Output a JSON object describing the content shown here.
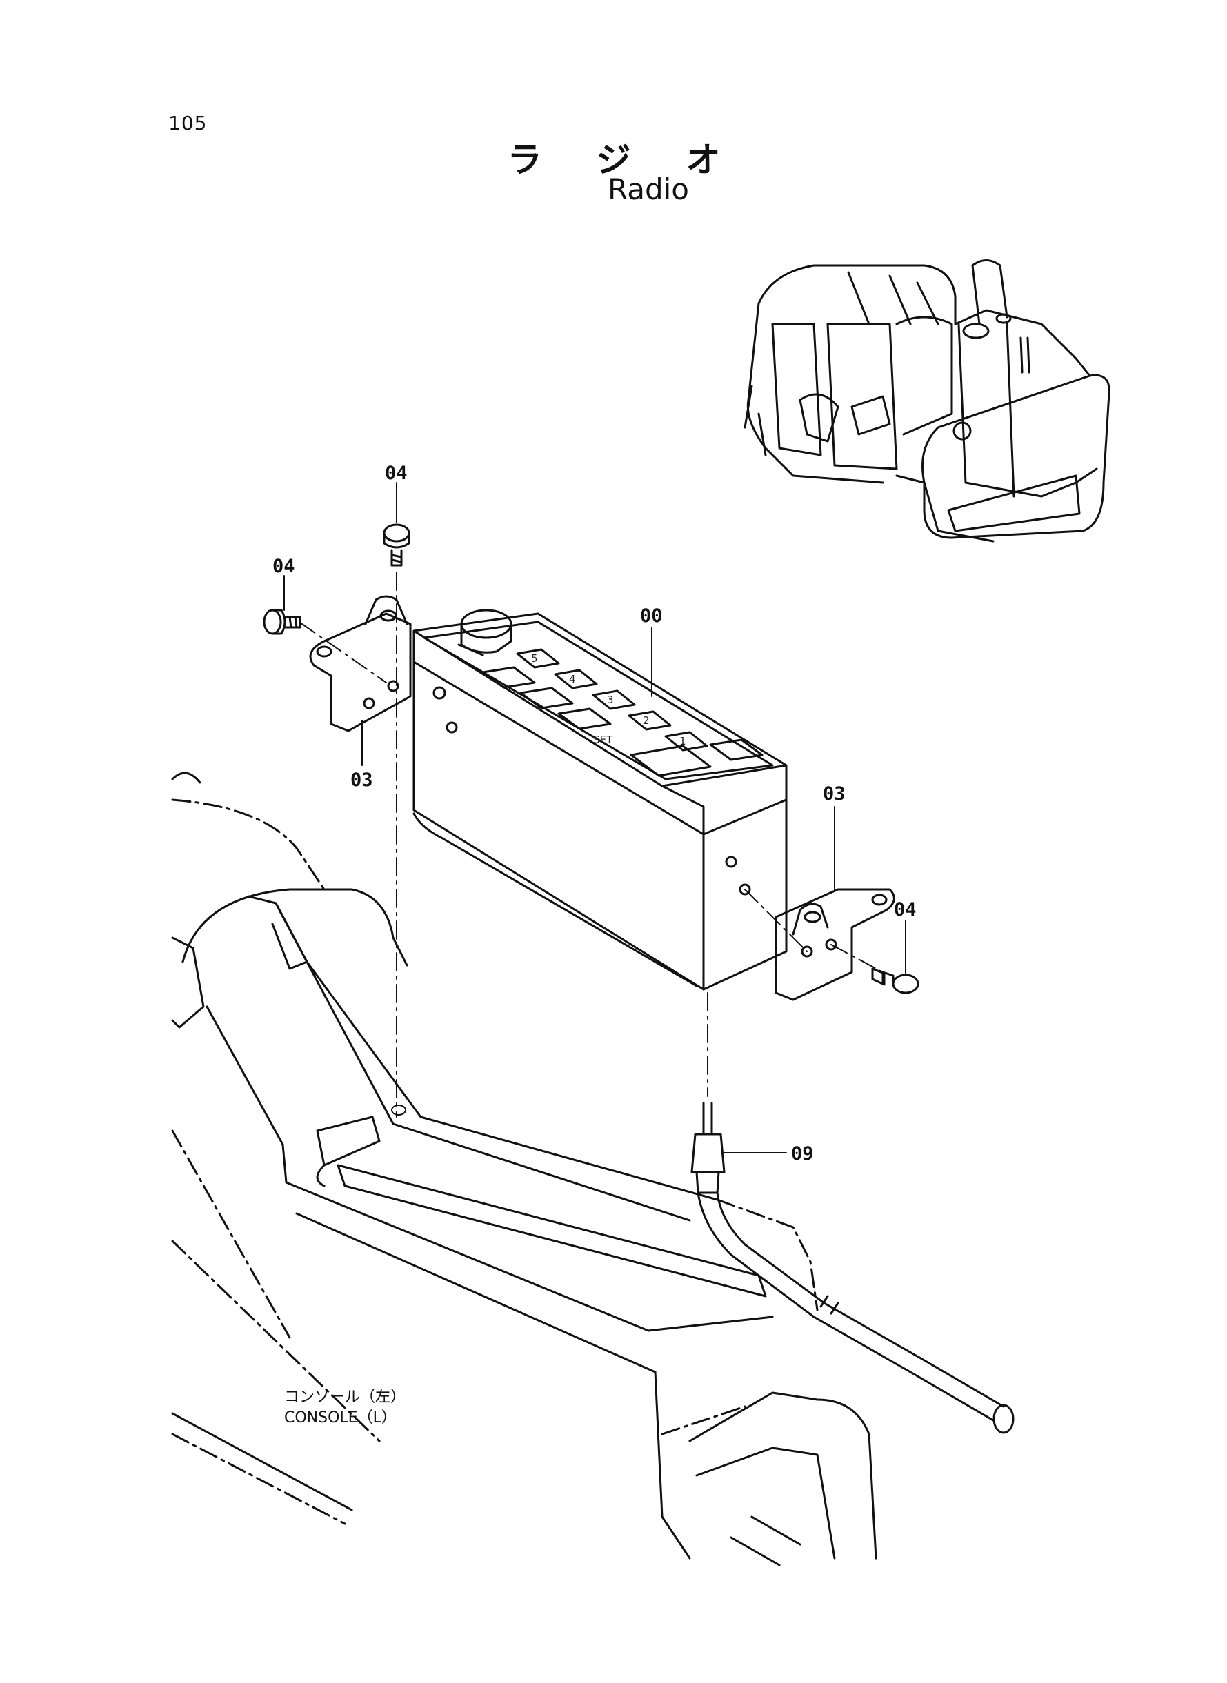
{
  "page": {
    "number": "105",
    "title_jp": "ラジオ",
    "title_en": "Radio"
  },
  "callouts": {
    "screw_top": "04",
    "screw_left": "04",
    "screw_right": "04",
    "radio": "00",
    "bracket_left": "03",
    "bracket_right": "03",
    "antenna_cable": "09"
  },
  "radio_keys": [
    "5",
    "4",
    "3",
    "2",
    "1",
    "SET"
  ],
  "console": {
    "label_jp": "コンソール（左）",
    "label_en": "CONSOLE（L）"
  }
}
